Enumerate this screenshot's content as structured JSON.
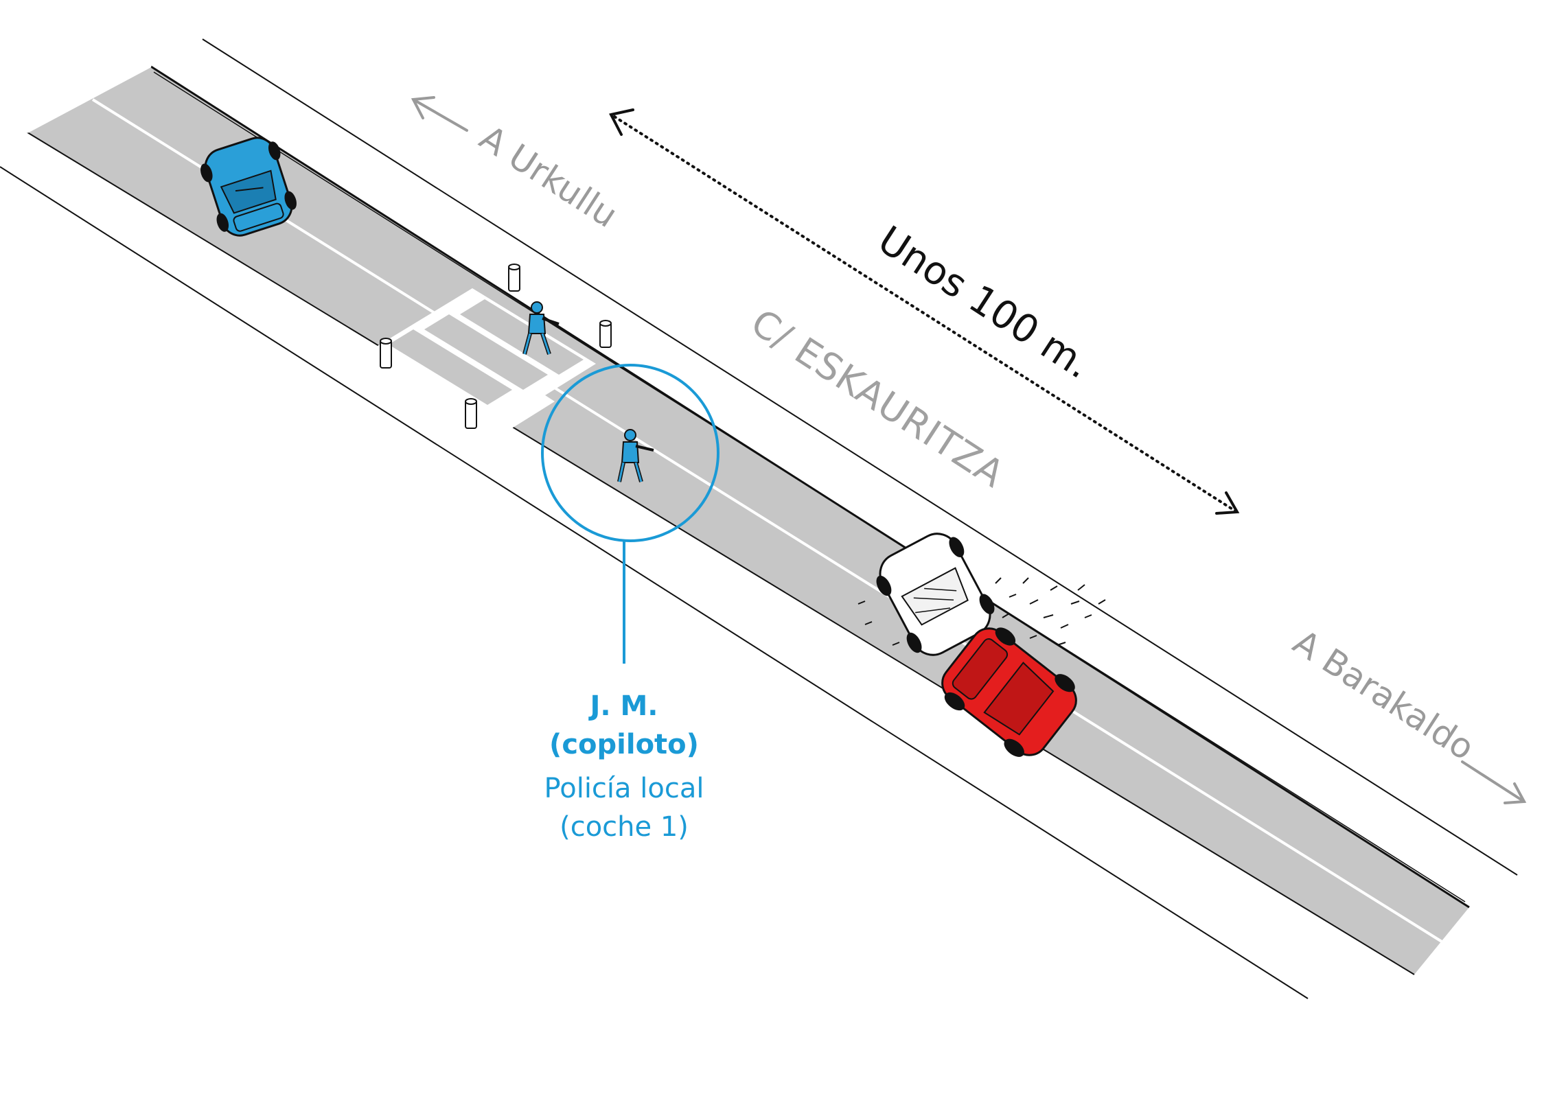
{
  "colors": {
    "road": "#c6c6c6",
    "marking": "#ffffff",
    "accent_blue": "#1a9ad6",
    "police_car": "#2a9fd8",
    "suspect_car": "#e41e1e",
    "wrecked_car": "#ffffff",
    "label_gray": "#9a9a9a",
    "label_dark": "#111111"
  },
  "labels": {
    "dir_left": "A Urkullu",
    "dir_right": "A Barakaldo",
    "street": "C/ ESKAURITZA",
    "distance": "Unos 100 m."
  },
  "callout": {
    "title_line1": "J. M.",
    "title_line2": "(copiloto)",
    "role": "Policía local",
    "unit": "(coche 1)"
  },
  "icons": {
    "police_car": "police-car-icon",
    "suspect_car": "red-car-icon",
    "wrecked_car": "crashed-car-icon",
    "officer": "armed-officer-icon",
    "bollard": "bollard-icon",
    "arrow": "arrow-icon"
  }
}
